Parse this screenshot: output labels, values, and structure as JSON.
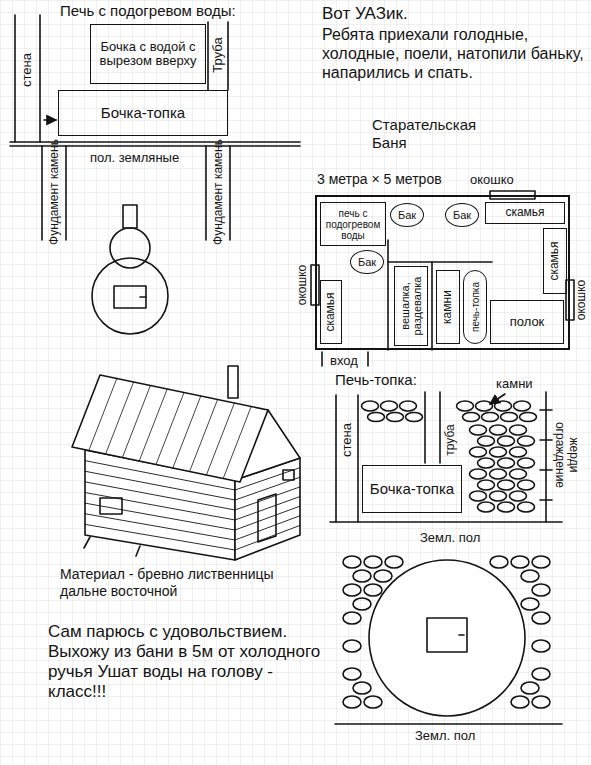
{
  "diagram": {
    "nodes": [
      {
        "text": [
          "Бочка с водой с вырезом вверху"
        ]
      },
      {
        "text": [
          "Бочка-топка"
        ]
      },
      {
        "text": [
          "3 метра × 5 метров"
        ]
      },
      {
        "text": [
          "печь с подогревом воды"
        ],
        "in": 2
      },
      {
        "text": [
          "Бак"
        ],
        "in": 2
      },
      {
        "text": [
          "Бак"
        ],
        "in": 2
      },
      {
        "text": [
          "скамья"
        ],
        "in": 2
      },
      {
        "text": [
          "Бак"
        ],
        "in": 2
      },
      {
        "text": [
          "скамья"
        ],
        "in": 2
      },
      {
        "text": [
          "вешалка, раздевалка"
        ],
        "in": 2
      },
      {
        "text": [
          "камни"
        ],
        "in": 2
      },
      {
        "text": [
          "печь-топка"
        ],
        "in": 2
      },
      {
        "text": [
          "скамья"
        ],
        "in": 2
      },
      {
        "text": [
          "полок"
        ],
        "in": 2
      },
      {
        "text": [
          "Бочка-топка"
        ]
      }
    ],
    "labels": [
      "Печь с подогревом воды:",
      "стена",
      "Труба",
      "пол. земляные",
      "Фундамент камень",
      "Фундамент камень",
      "Вот УАЗик.",
      "Ребята приехали голодные, холодные, поели, натопили баньку, напарились и спать.",
      "Старательская Баня",
      "окошко",
      "окошко",
      "окошко",
      "вход",
      "Печь-топка:",
      "камни",
      "стена",
      "труба",
      "жерди ограждение",
      "Земл. пол",
      "Материал - бревно лиственницы дальне восточной",
      "Сам парюсь с удовольствием. Выхожу из бани в 5м от холодного ручья Ушат воды на голову - класс!!!",
      "Земл. пол"
    ]
  }
}
